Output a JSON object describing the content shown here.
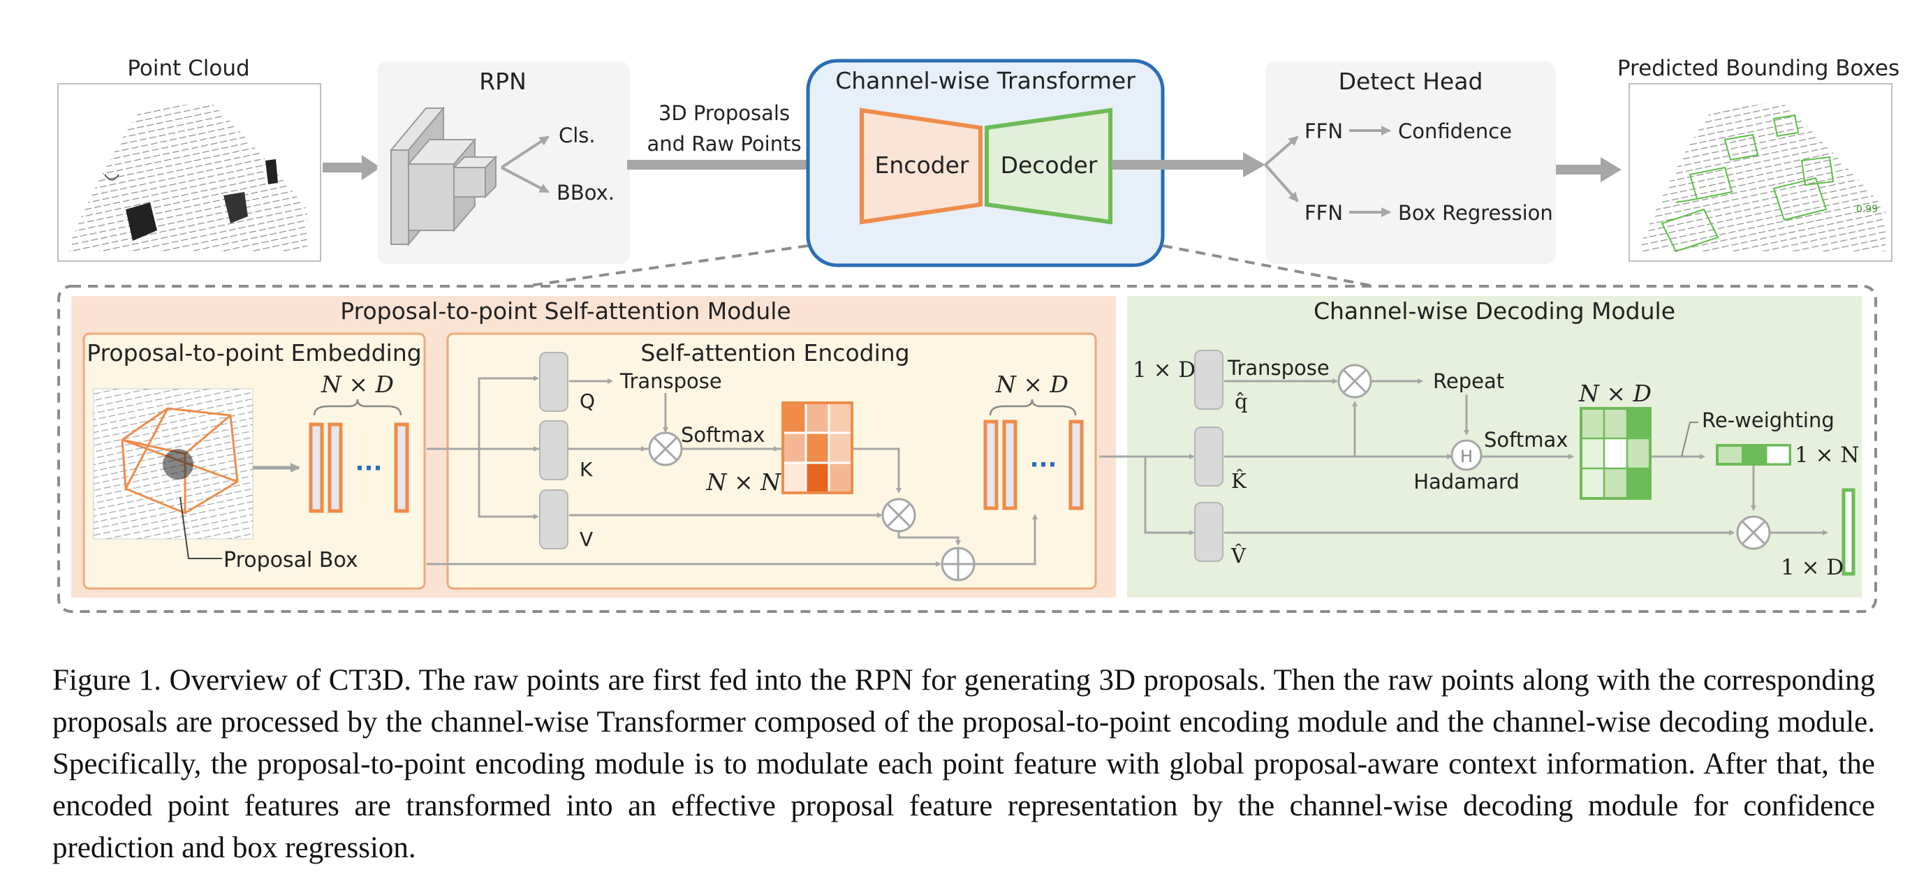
{
  "diagram": {
    "pipeline": {
      "point_cloud_label": "Point Cloud",
      "rpn_label": "RPN",
      "rpn_cls": "Cls.",
      "rpn_bbox": "BBox.",
      "proposals_line1": "3D Proposals",
      "proposals_line2": "and Raw Points",
      "transformer_title": "Channel-wise Transformer",
      "encoder_label": "Encoder",
      "decoder_label": "Decoder",
      "detect_head_label": "Detect Head",
      "ffn_label": "FFN",
      "confidence_label": "Confidence",
      "box_regression_label": "Box Regression",
      "predicted_boxes_label": "Predicted Bounding Boxes",
      "score_label": "0.99"
    },
    "encoding_module": {
      "title": "Proposal-to-point Self-attention Module",
      "embedding_title": "Proposal-to-point Embedding",
      "nd_label": "N × D",
      "ellipsis": "···",
      "proposal_box_label": "Proposal Box",
      "self_attention_title": "Self-attention Encoding",
      "q_label": "Q",
      "k_label": "K",
      "v_label": "V",
      "transpose_label": "Transpose",
      "softmax_label": "Softmax",
      "nn_label": "N × N",
      "nd_label_2": "N × D"
    },
    "decoding_module": {
      "title": "Channel-wise Decoding Module",
      "one_d_label": "1 × D",
      "transpose_label": "Transpose",
      "q_hat": "q̂",
      "k_hat": "K̂",
      "v_hat": "V̂",
      "repeat_label": "Repeat",
      "hadamard_symbol": "H",
      "hadamard_label": "Hadamard",
      "softmax_label": "Softmax",
      "nd_label": "N × D",
      "reweighting_label": "Re-weighting",
      "one_n_label": "1 × N",
      "one_d_out_label": "1 × D"
    },
    "colors": {
      "encoder_orange": "#ef8c4a",
      "decoder_green": "#6dbb58",
      "transformer_blue": "#2a6db5",
      "arrow_gray": "#a6a6a6",
      "encoding_bg": "#fbe3d4",
      "decoding_bg": "#e6f0dc"
    }
  },
  "caption": "Figure 1. Overview of CT3D. The raw points are first fed into the RPN for generating 3D proposals.  Then the raw points along with the corresponding proposals are processed by the channel-wise Transformer composed of the proposal-to-point encoding module and the channel-wise decoding module. Specifically, the proposal-to-point encoding module is to modulate each point feature with global proposal-aware context information.  After that, the encoded point features are transformed into an effective proposal feature representation by the channel-wise decoding module for confidence prediction and box regression."
}
